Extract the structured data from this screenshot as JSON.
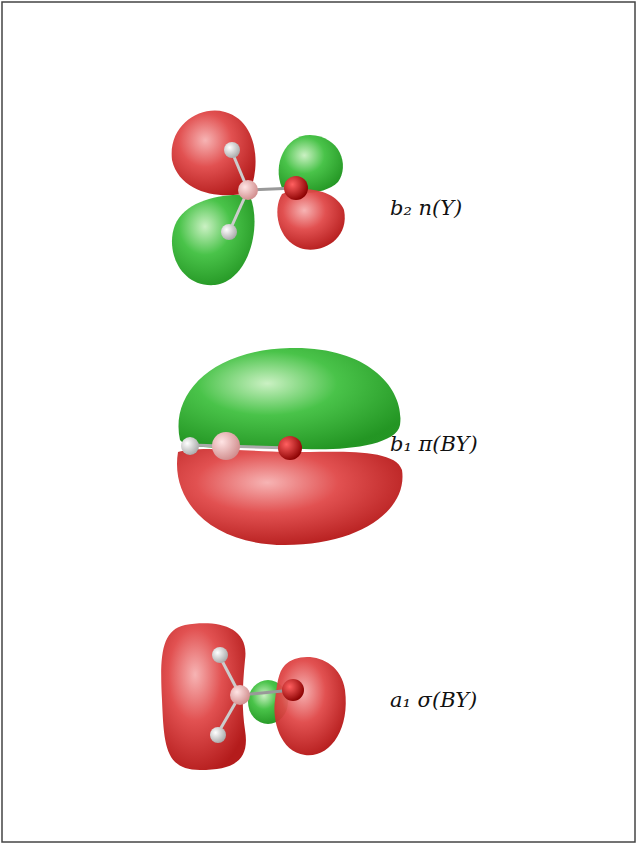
{
  "diagram": {
    "labels": [
      "b₂ n(Y)",
      "b₁ π(BY)",
      "a₁ σ(BY)"
    ]
  }
}
